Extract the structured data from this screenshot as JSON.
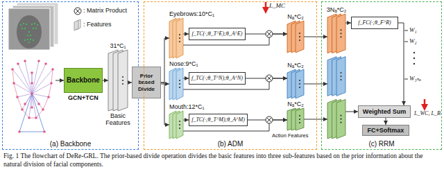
{
  "diagram": {
    "caption": "Fig. 1 The flowchart of DeRe-GRL. The prior-based divide operation divides the basic features into three sub-features based on the prior information about the natural division of facial components.",
    "nodes": [
      {
        "text": [
          "(a) Backbone"
        ]
      },
      {
        "text": [
          "Backbone",
          "GCN+TCN"
        ],
        "in": 0
      },
      {
        "text": [
          "31*C₁",
          "Basic Features"
        ],
        "in": 0
      },
      {
        "text": [
          "Prior based Divide"
        ]
      },
      {
        "text": [
          "(b) ADM"
        ]
      },
      {
        "text": [
          "Eyebrows:10*C₁"
        ],
        "in": 4
      },
      {
        "text": [
          "Nose:9*C₁"
        ],
        "in": 4
      },
      {
        "text": [
          "Mouth:12*C₁"
        ],
        "in": 4
      },
      {
        "text": [
          "f_TC(·;θ_T^E);θ_A^E)"
        ],
        "in": 4
      },
      {
        "text": [
          "f_TC(·;θ_T^N);θ_A^N)"
        ],
        "in": 4
      },
      {
        "text": [
          "f_TC(·;θ_T^M);θ_A^M)"
        ],
        "in": 4
      },
      {
        "text": [
          "Nₐ*C₂"
        ],
        "in": 4
      },
      {
        "text": [
          "Nₐ*C₂"
        ],
        "in": 4
      },
      {
        "text": [
          "Nₐ*C₂"
        ],
        "in": 4
      },
      {
        "text": [
          "(c) RRM"
        ]
      },
      {
        "text": [
          "3Nₐ*C₂"
        ],
        "in": 14
      },
      {
        "text": [
          "f_FC(·;θ_F^R)"
        ],
        "in": 14
      },
      {
        "text": [
          "Weighted Sum"
        ],
        "in": 14
      },
      {
        "text": [
          "FC+Softmax"
        ],
        "in": 14
      }
    ],
    "edges": [
      {
        "from": 1,
        "to": 2,
        "arrow": "to"
      },
      {
        "from": 2,
        "to": 3,
        "arrow": "to"
      },
      {
        "from": 3,
        "to": 5,
        "arrow": "to"
      },
      {
        "from": 3,
        "to": 6,
        "arrow": "to"
      },
      {
        "from": 3,
        "to": 7,
        "arrow": "to"
      },
      {
        "from": 5,
        "to": 8,
        "arrow": "to"
      },
      {
        "from": 6,
        "to": 9,
        "arrow": "to"
      },
      {
        "from": 7,
        "to": 10,
        "arrow": "to"
      },
      {
        "from": 8,
        "to": 11,
        "arrow": "to"
      },
      {
        "from": 9,
        "to": 12,
        "arrow": "to"
      },
      {
        "from": 10,
        "to": 13,
        "arrow": "to"
      },
      {
        "from": 5,
        "to": 11,
        "arrow": "to"
      },
      {
        "from": 6,
        "to": 12,
        "arrow": "to"
      },
      {
        "from": 7,
        "to": 13,
        "arrow": "to"
      },
      {
        "from": 11,
        "to": 15,
        "arrow": "to"
      },
      {
        "from": 12,
        "to": 15,
        "arrow": "to"
      },
      {
        "from": 13,
        "to": 15,
        "arrow": "to"
      },
      {
        "from": 15,
        "to": 16,
        "arrow": "to"
      },
      {
        "from": 16,
        "to": 17,
        "arrow": "to"
      },
      {
        "from": 15,
        "to": 17,
        "arrow": "to"
      },
      {
        "from": 17,
        "to": 18,
        "arrow": "to"
      }
    ],
    "labels": [
      "Action Features",
      "L_MC",
      "W₁",
      "W₂",
      "W₃ₙₐ",
      "L_WC, L_B"
    ],
    "legend": [
      {
        "text": ": Matrix Product"
      },
      {
        "text": ": Features"
      }
    ]
  }
}
